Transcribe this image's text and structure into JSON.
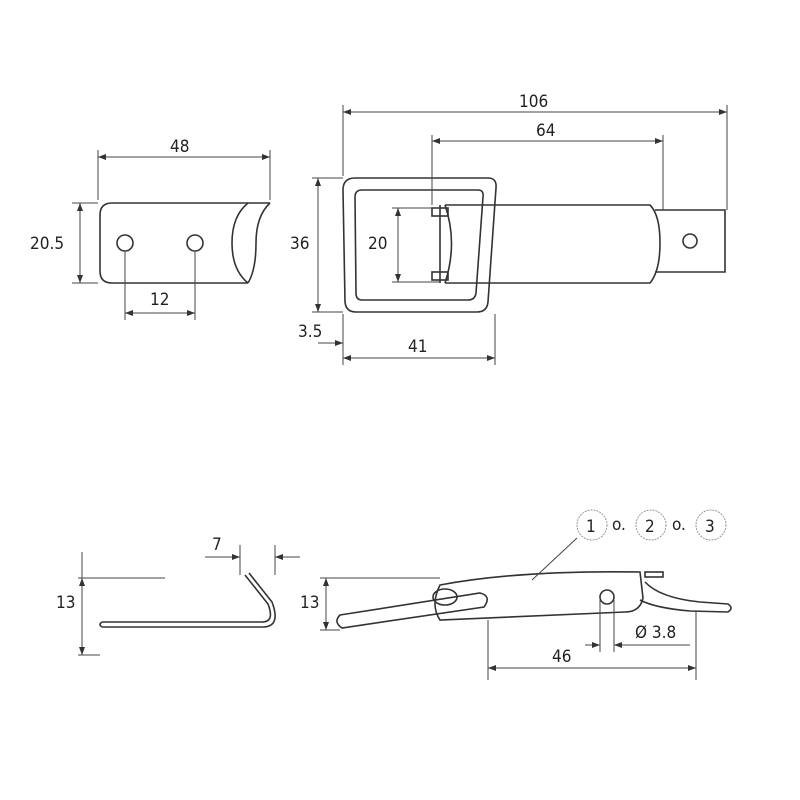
{
  "top_left_part": {
    "width": "48",
    "height": "20.5",
    "hole_spacing": "12"
  },
  "top_right_latch": {
    "overall_length": "106",
    "body_length": "64",
    "bail_height": "36",
    "inner_height": "20",
    "wire": "3.5",
    "bail_width": "41"
  },
  "bottom_left_clip": {
    "offset": "7",
    "height": "13"
  },
  "bottom_right_latch": {
    "height": "13",
    "length": "46",
    "hole_diameter": "Ø 3.8",
    "callouts": [
      "1",
      "o.",
      "2",
      "o.",
      "3"
    ]
  },
  "colors": {
    "line": "#333333",
    "background": "#ffffff"
  }
}
